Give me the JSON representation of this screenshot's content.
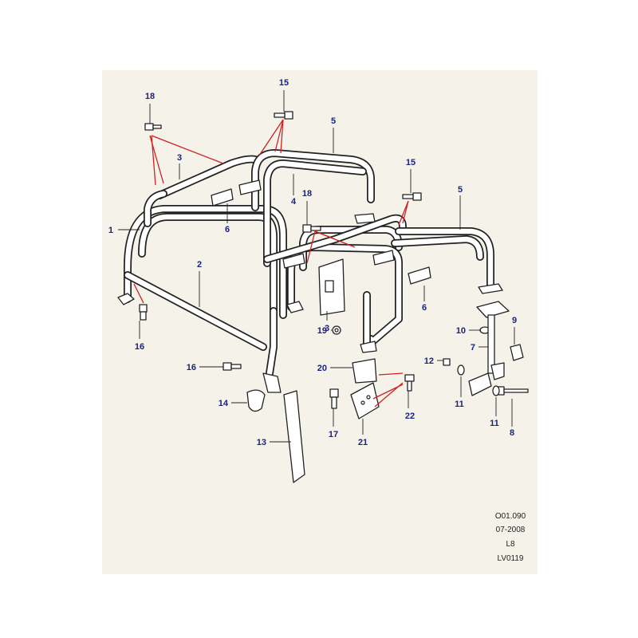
{
  "diagram": {
    "callouts": [
      {
        "id": "c1",
        "label": "1"
      },
      {
        "id": "c2",
        "label": "2"
      },
      {
        "id": "c3a",
        "label": "3"
      },
      {
        "id": "c3b",
        "label": "3"
      },
      {
        "id": "c4",
        "label": "4"
      },
      {
        "id": "c5a",
        "label": "5"
      },
      {
        "id": "c5b",
        "label": "5"
      },
      {
        "id": "c6a",
        "label": "6"
      },
      {
        "id": "c6b",
        "label": "6"
      },
      {
        "id": "c7",
        "label": "7"
      },
      {
        "id": "c8",
        "label": "8"
      },
      {
        "id": "c9",
        "label": "9"
      },
      {
        "id": "c10",
        "label": "10"
      },
      {
        "id": "c11a",
        "label": "11"
      },
      {
        "id": "c11b",
        "label": "11"
      },
      {
        "id": "c12",
        "label": "12"
      },
      {
        "id": "c13",
        "label": "13"
      },
      {
        "id": "c14",
        "label": "14"
      },
      {
        "id": "c15a",
        "label": "15"
      },
      {
        "id": "c15b",
        "label": "15"
      },
      {
        "id": "c16a",
        "label": "16"
      },
      {
        "id": "c16b",
        "label": "16"
      },
      {
        "id": "c17",
        "label": "17"
      },
      {
        "id": "c18a",
        "label": "18"
      },
      {
        "id": "c18b",
        "label": "18"
      },
      {
        "id": "c19",
        "label": "19"
      },
      {
        "id": "c20",
        "label": "20"
      },
      {
        "id": "c21",
        "label": "21"
      },
      {
        "id": "c22",
        "label": "22"
      }
    ],
    "reference": {
      "code": "O01.090",
      "date": "07-2008",
      "level": "L8",
      "illustration": "LV0119"
    },
    "colors": {
      "callout_text": "#1a237e",
      "highlight_lines": "#cc2222",
      "background": "#f5f2ea"
    }
  }
}
